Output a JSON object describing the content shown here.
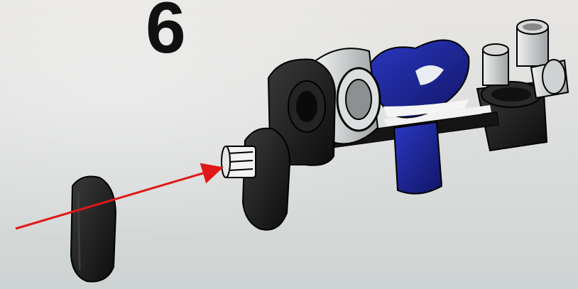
{
  "instruction": {
    "step_number": "6"
  },
  "colors": {
    "background": "#dcdedd",
    "black_part": "#1a1a1a",
    "blue_part": "#1c2590",
    "gray_part": "#b9bcbd",
    "arrow": "#e01818"
  },
  "parts": [
    {
      "name": "black-beam-loose",
      "color": "black"
    },
    {
      "name": "axle-pin-white",
      "color": "white"
    },
    {
      "name": "black-beam-mounted",
      "color": "black"
    },
    {
      "name": "gray-bushing",
      "color": "gray"
    },
    {
      "name": "blue-connector",
      "color": "blue"
    },
    {
      "name": "black-axle",
      "color": "black"
    },
    {
      "name": "black-connector-with-pins",
      "color": "black"
    }
  ]
}
